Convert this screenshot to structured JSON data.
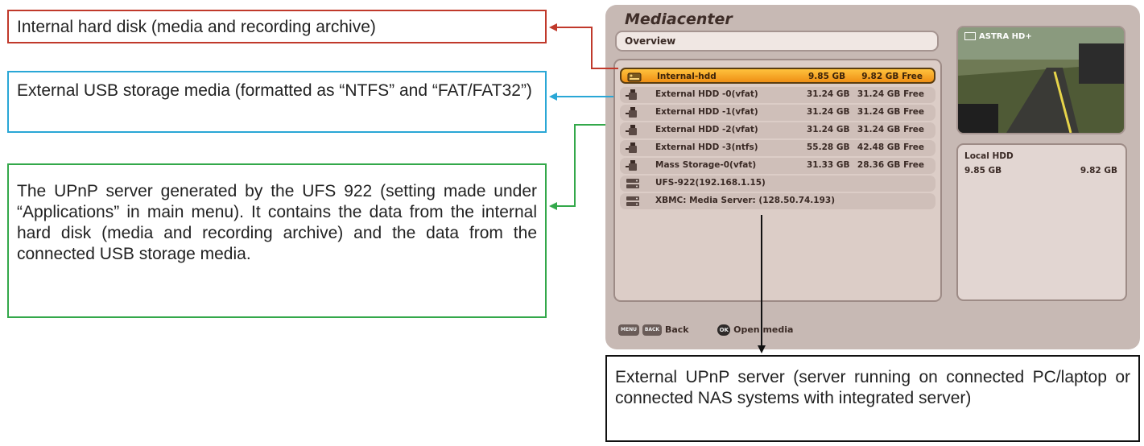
{
  "callouts": {
    "internal_hdd": "Internal hard disk (media and recording archive)",
    "usb_storage": "External USB storage media (formatted as “NTFS” and “FAT/FAT32”)",
    "upnp_internal": "The UPnP server generated by the UFS 922 (setting made under “Applications” in main menu). It contains the data from the internal hard disk (media and recording archive) and the data from the connected USB storage media.",
    "upnp_external": "External UPnP server (server running on connected PC/laptop or connected NAS systems with integrated server)"
  },
  "screen": {
    "title": "Mediacenter",
    "tab": "Overview",
    "devices": [
      {
        "icon": "hdd-icon",
        "name": "Internal-hdd",
        "size": "9.85 GB",
        "free": "9.82 GB Free",
        "selected": true
      },
      {
        "icon": "usb-icon",
        "name": "External HDD   -0(vfat)",
        "size": "31.24 GB",
        "free": "31.24 GB Free",
        "selected": false
      },
      {
        "icon": "usb-icon",
        "name": "External HDD   -1(vfat)",
        "size": "31.24 GB",
        "free": "31.24 GB Free",
        "selected": false
      },
      {
        "icon": "usb-icon",
        "name": "External HDD   -2(vfat)",
        "size": "31.24 GB",
        "free": "31.24 GB Free",
        "selected": false
      },
      {
        "icon": "usb-icon",
        "name": "External HDD   -3(ntfs)",
        "size": "55.28 GB",
        "free": "42.48 GB Free",
        "selected": false
      },
      {
        "icon": "usb-icon",
        "name": "Mass Storage-0(vfat)",
        "size": "31.33 GB",
        "free": "28.36 GB Free",
        "selected": false
      },
      {
        "icon": "network-icon",
        "name": "UFS-922(192.168.1.15)",
        "size": "",
        "free": "",
        "selected": false
      },
      {
        "icon": "network-icon",
        "name": "XBMC: Media Server: (128.50.74.193)",
        "size": "",
        "free": "",
        "selected": false
      }
    ],
    "preview_channel": "ASTRA HD+",
    "info": {
      "title": "Local HDD",
      "size": "9.85 GB",
      "free": "9.82 GB"
    },
    "footer": {
      "key_menu": "MENU",
      "key_back": "BACK",
      "back_label": "Back",
      "key_ok": "OK",
      "open_label": "Open media"
    }
  },
  "colors": {
    "internal_callout": "#c0392b",
    "usb_callout": "#2aa7d6",
    "upnp_callout": "#33a84a",
    "external_callout": "#111111",
    "selected_row": "#f5a623"
  }
}
